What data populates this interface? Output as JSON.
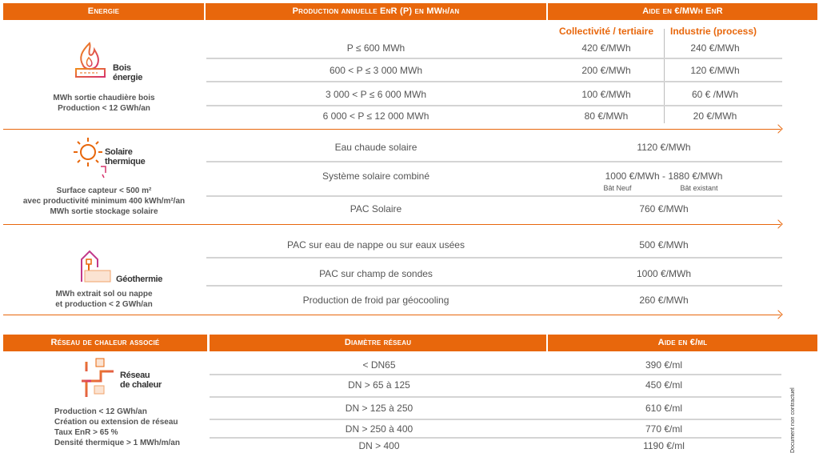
{
  "table1": {
    "headers": {
      "energy": "Energie",
      "production": "Production annuelle EnR (P) en MWh/an",
      "aid": "Aide en €/MWh EnR"
    },
    "subheaders": {
      "collectivite": "Collectivité / tertiaire",
      "industrie": "Industrie (process)"
    },
    "bois": {
      "logo_label_1": "Bois",
      "logo_label_2": "énergie",
      "desc": [
        "MWh sortie chaudière bois",
        "Production < 12 GWh/an"
      ],
      "rows": [
        {
          "production": "P ≤ 600 MWh",
          "collectivite": "420 €/MWh",
          "industrie": "240 €/MWh"
        },
        {
          "production": "600 < P ≤ 3 000 MWh",
          "collectivite": "200 €/MWh",
          "industrie": "120 €/MWh"
        },
        {
          "production": "3 000 < P ≤ 6 000 MWh",
          "collectivite": "100 €/MWh",
          "industrie": "60 € /MWh"
        },
        {
          "production": "6 000 < P ≤ 12 000 MWh",
          "collectivite": "80 €/MWh",
          "industrie": "20 €/MWh"
        }
      ]
    },
    "solaire": {
      "logo_label_1": "Solaire",
      "logo_label_2": "thermique",
      "desc": [
        "Surface capteur < 500 m²",
        "avec productivité minimum 400 kWh/m²/an",
        "MWh sortie stockage solaire"
      ],
      "rows": [
        {
          "production": "Eau chaude solaire",
          "aid": "1120 €/MWh"
        },
        {
          "production": "Système solaire combiné",
          "aid": "1000 €/MWh - 1880 €/MWh",
          "note_1": "Bât Neuf",
          "note_2": "Bât existant"
        },
        {
          "production": "PAC Solaire",
          "aid": "760 €/MWh"
        }
      ]
    },
    "geothermie": {
      "logo_label_1": "Géothermie",
      "desc": [
        "MWh extrait sol ou nappe",
        "et production < 2 GWh/an"
      ],
      "rows": [
        {
          "production": "PAC sur eau de nappe ou sur eaux usées",
          "aid": "500 €/MWh"
        },
        {
          "production": "PAC sur champ de sondes",
          "aid": "1000 €/MWh"
        },
        {
          "production": "Production de froid par géocooling",
          "aid": "260 €/MWh"
        }
      ]
    }
  },
  "table2": {
    "headers": {
      "network": "Réseau de chaleur associé",
      "diameter": "Diamètre réseau",
      "aid": "Aide en €/ml"
    },
    "logo_label_1": "Réseau",
    "logo_label_2": "de chaleur",
    "desc": [
      "Production < 12 GWh/an",
      "Création ou extension de réseau",
      "Taux EnR > 65 %",
      "Densité thermique > 1 MWh/m/an"
    ],
    "rows": [
      {
        "diameter": "< DN65",
        "aid": "390 €/ml"
      },
      {
        "diameter": "DN > 65 à 125",
        "aid": "450 €/ml"
      },
      {
        "diameter": "DN > 125 à 250",
        "aid": "610 €/ml"
      },
      {
        "diameter": "DN > 250 à 400",
        "aid": "770 €/ml"
      },
      {
        "diameter": "DN > 400",
        "aid": "1190 €/ml"
      }
    ]
  },
  "side_note": "Document non contractuel",
  "colors": {
    "accent": "#e8670c",
    "text": "#555555",
    "separator": "#d4d4d4"
  }
}
